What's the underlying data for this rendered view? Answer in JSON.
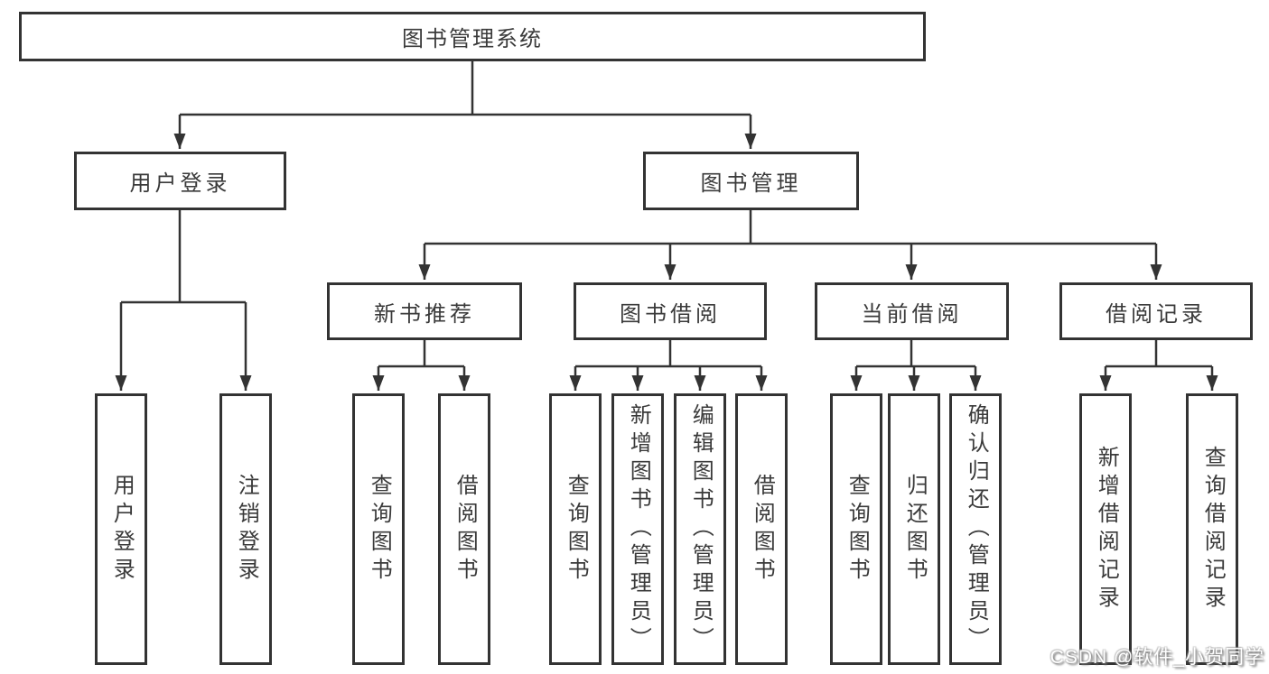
{
  "diagram": {
    "root": {
      "label": "图书管理系统"
    },
    "level2": [
      {
        "label": "用户登录"
      },
      {
        "label": "图书管理"
      }
    ],
    "level3": [
      {
        "label": "新书推荐"
      },
      {
        "label": "图书借阅"
      },
      {
        "label": "当前借阅"
      },
      {
        "label": "借阅记录"
      }
    ],
    "leaves": {
      "user": [
        "用户登录",
        "注销登录"
      ],
      "newbook": [
        "查询图书",
        "借阅图书"
      ],
      "borrow": [
        "查询图书",
        "新增图书（管理员）",
        "编辑图书（管理员）",
        "借阅图书"
      ],
      "current": [
        "查询图书",
        "归还图书",
        "确认归还（管理员）"
      ],
      "records": [
        "新增借阅记录",
        "查询借阅记录"
      ]
    }
  },
  "watermark": {
    "text": "CSDN @软件_小贺同学"
  },
  "colors": {
    "line": "#333333",
    "text": "#3a3a3a",
    "background": "#ffffff",
    "watermark_text": "#ffffff"
  }
}
